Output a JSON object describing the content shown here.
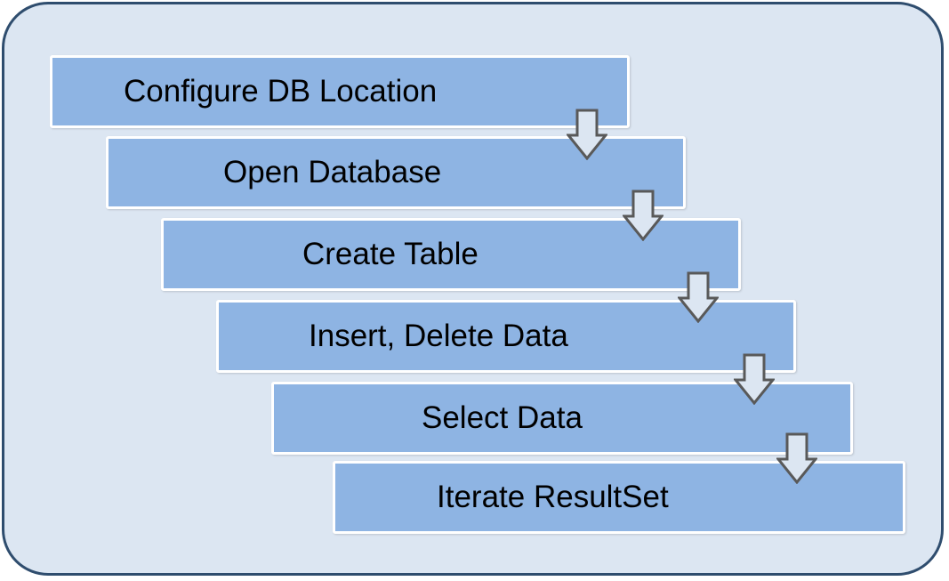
{
  "diagram": {
    "colors": {
      "panel_fill": "#dce6f2",
      "panel_border": "#2f4d6e",
      "step_fill": "#8eb4e3",
      "step_border": "#ffffff",
      "arrow_fill": "#dce6f2",
      "arrow_stroke": "#595959"
    },
    "steps": [
      {
        "label": "Configure DB Location"
      },
      {
        "label": "Open Database"
      },
      {
        "label": "Create Table"
      },
      {
        "label": "Insert, Delete Data"
      },
      {
        "label": "Select Data"
      },
      {
        "label": "Iterate ResultSet"
      }
    ]
  }
}
